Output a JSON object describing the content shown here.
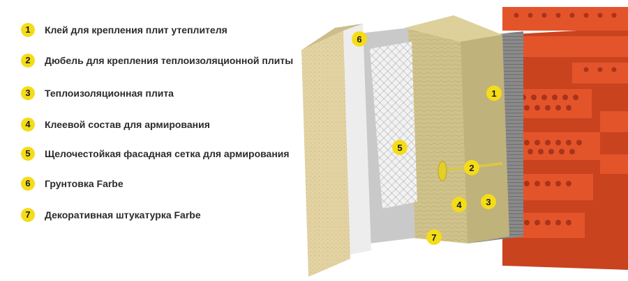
{
  "legend": [
    {
      "number": "1",
      "label": "Клей для крепления плит утеплителя"
    },
    {
      "number": "2",
      "label": "Дюбель для крепления теплоизоляционной плиты"
    },
    {
      "number": "3",
      "label": "Теплоизоляционная плита"
    },
    {
      "number": "4",
      "label": "Клеевой состав для армирования"
    },
    {
      "number": "5",
      "label": "Щелочестойкая фасадная сетка для армирования"
    },
    {
      "number": "6",
      "label": "Грунтовка Farbe"
    },
    {
      "number": "7",
      "label": "Декоративная штукатурка Farbe"
    }
  ],
  "markers": {
    "m1": "1",
    "m2": "2",
    "m3": "3",
    "m4": "4",
    "m5": "5",
    "m6": "6",
    "m7": "7"
  },
  "colors": {
    "marker_fill": "#f5dc19",
    "brick": "#e4542b",
    "brick_dark": "#b9381a",
    "insulation": "#d3c690",
    "plaster": "#e6d6a8",
    "adhesive": "#7a7a7a",
    "mesh": "#f0f0f0"
  }
}
